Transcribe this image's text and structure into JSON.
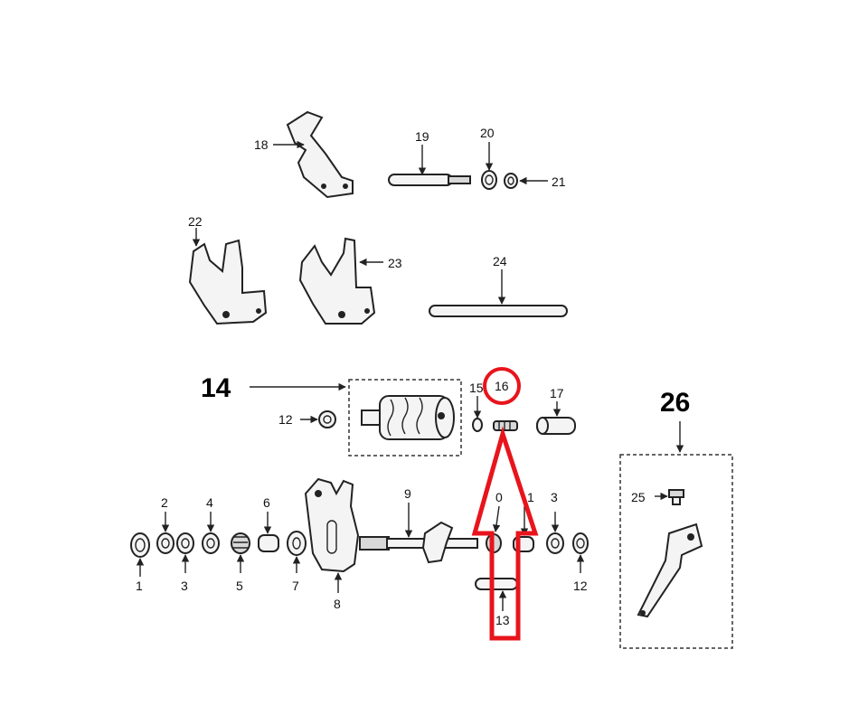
{
  "labels": {
    "l1": "1",
    "l2": "2",
    "l3": "3",
    "l4": "4",
    "l5": "5",
    "l6": "6",
    "l7": "7",
    "l8": "8",
    "l9": "9",
    "l10": "0",
    "l11": "1",
    "l3b": "3",
    "l12a": "12",
    "l12b": "12",
    "l13": "13",
    "l14": "14",
    "l15": "15",
    "l16": "16",
    "l17": "17",
    "l18": "18",
    "l19": "19",
    "l20": "20",
    "l21": "21",
    "l22": "22",
    "l23": "23",
    "l24": "24",
    "l25": "25",
    "l26": "26"
  },
  "highlight": {
    "target_label": "16",
    "color": "#e8141c"
  }
}
